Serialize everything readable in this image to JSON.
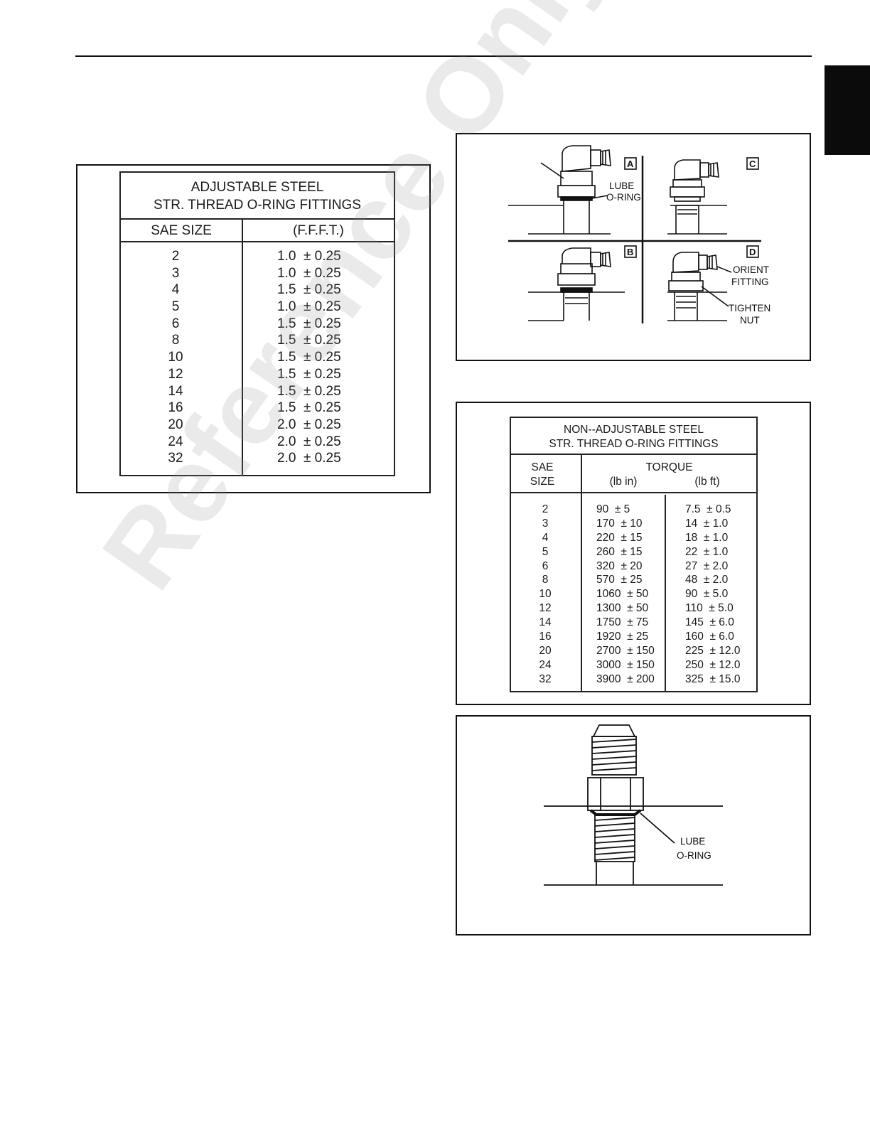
{
  "adjustable_table": {
    "title_line1": "ADJUSTABLE STEEL",
    "title_line2": "STR. THREAD O-RING FITTINGS",
    "col_size_header": "SAE SIZE",
    "col_ffft_header": "(F.F.F.T.)",
    "sizes": [
      "2",
      "3",
      "4",
      "5",
      "6",
      "8",
      "10",
      "12",
      "14",
      "16",
      "20",
      "24",
      "32"
    ],
    "ffft": [
      "1.0  ± 0.25",
      "1.0  ± 0.25",
      "1.5  ± 0.25",
      "1.0  ± 0.25",
      "1.5  ± 0.25",
      "1.5  ± 0.25",
      "1.5  ± 0.25",
      "1.5  ± 0.25",
      "1.5  ± 0.25",
      "1.5  ± 0.25",
      "2.0  ± 0.25",
      "2.0  ± 0.25",
      "2.0  ± 0.25"
    ]
  },
  "fitting_figure": {
    "box_a": "A",
    "box_b": "B",
    "box_c": "C",
    "box_d": "D",
    "lube_line1": "LUBE",
    "lube_line2": "O-RING",
    "orient_line1": "ORIENT",
    "orient_line2": "FITTING",
    "tighten_line1": "TIGHTEN",
    "tighten_line2": "NUT"
  },
  "non_adjustable_table": {
    "title_line1": "NON--ADJUSTABLE STEEL",
    "title_line2": "STR. THREAD O-RING FITTINGS",
    "size_header_line1": "SAE",
    "size_header_line2": "SIZE",
    "torque_header": "TORQUE",
    "lbin_header": "(lb in)",
    "lbft_header": "(lb ft)",
    "sizes": [
      "2",
      "3",
      "4",
      "5",
      "6",
      "8",
      "10",
      "12",
      "14",
      "16",
      "20",
      "24",
      "32"
    ],
    "lb_in": [
      "90  ± 5",
      "170  ± 10",
      "220  ± 15",
      "260  ± 15",
      "320  ± 20",
      "570  ± 25",
      "1060  ± 50",
      "1300  ± 50",
      "1750  ± 75",
      "1920  ± 25",
      "2700  ± 150",
      "3000  ± 150",
      "3900  ± 200"
    ],
    "lb_ft": [
      "7.5  ± 0.5",
      "14  ± 1.0",
      "18  ± 1.0",
      "22  ± 1.0",
      "27  ± 2.0",
      "48  ± 2.0",
      "90  ± 5.0",
      "110  ± 5.0",
      "145  ± 6.0",
      "160  ± 6.0",
      "225  ± 12.0",
      "250  ± 12.0",
      "325  ± 15.0"
    ]
  },
  "straight_figure": {
    "lube_line1": "LUBE",
    "lube_line2": "O-RING"
  },
  "watermark": "Reference Only"
}
